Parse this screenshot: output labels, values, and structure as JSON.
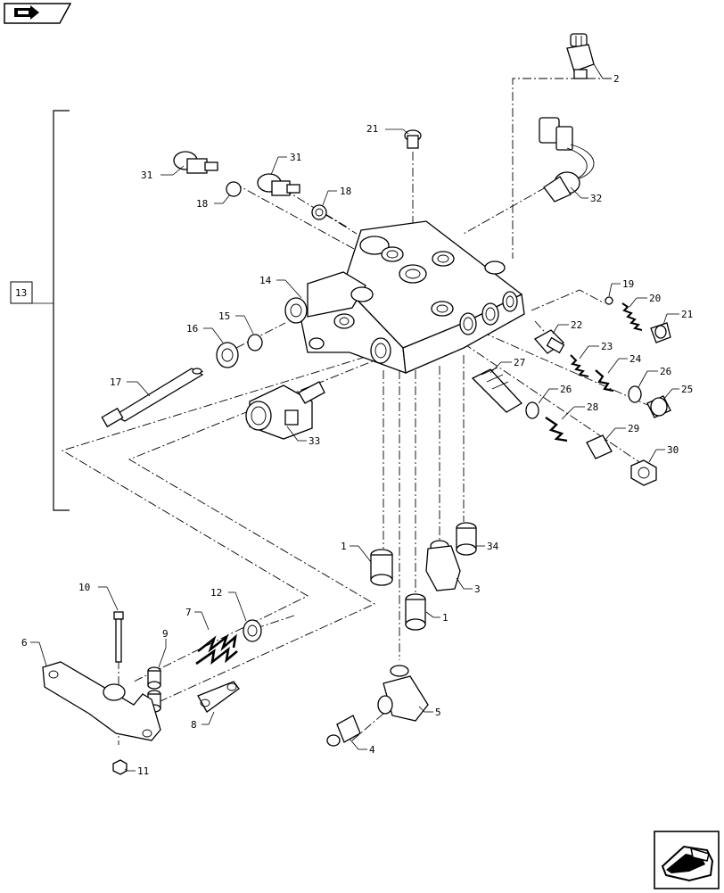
{
  "nav": {
    "top_icon": "bookmark-arrow-icon",
    "bottom_icon": "next-page-arrow-icon"
  },
  "callouts": {
    "c1a": "1",
    "c1b": "1",
    "c2": "2",
    "c3": "3",
    "c4": "4",
    "c5": "5",
    "c6": "6",
    "c7": "7",
    "c8": "8",
    "c9": "9",
    "c10": "10",
    "c11": "11",
    "c12": "12",
    "c13": "13",
    "c14": "14",
    "c15": "15",
    "c16": "16",
    "c17": "17",
    "c18a": "18",
    "c18b": "18",
    "c19": "19",
    "c20": "20",
    "c21a": "21",
    "c21b": "21",
    "c22": "22",
    "c23": "23",
    "c24": "24",
    "c25": "25",
    "c26a": "26",
    "c26b": "26",
    "c27": "27",
    "c28": "28",
    "c29": "29",
    "c30": "30",
    "c31a": "31",
    "c31b": "31",
    "c32": "32",
    "c33": "33",
    "c34": "34"
  }
}
